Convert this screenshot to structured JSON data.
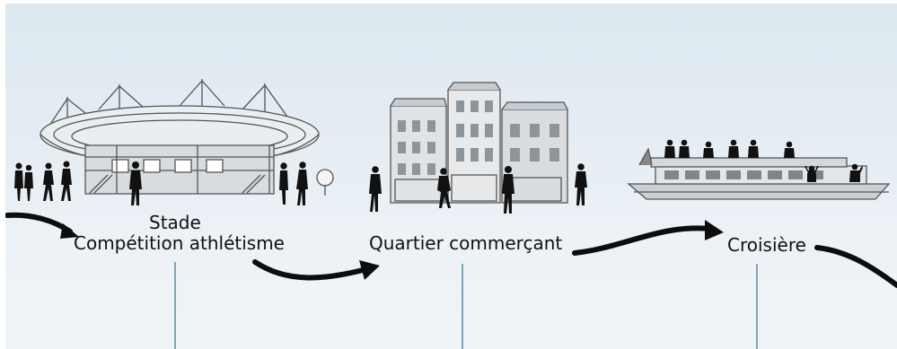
{
  "stops": [
    {
      "id": "stade",
      "title": "Stade",
      "subtitle": "Compétition athlétisme"
    },
    {
      "id": "quartier",
      "title": "Quartier commerçant"
    },
    {
      "id": "croisiere",
      "title": "Croisière"
    }
  ],
  "colors": {
    "background": "#e6eef4",
    "ink": "#111111",
    "sketch": "#555555",
    "stem": "#7fa6b4"
  },
  "icons": [
    "stadium-icon",
    "buildings-icon",
    "cruise-boat-icon",
    "people-silhouettes-icon",
    "arrow-icon"
  ]
}
